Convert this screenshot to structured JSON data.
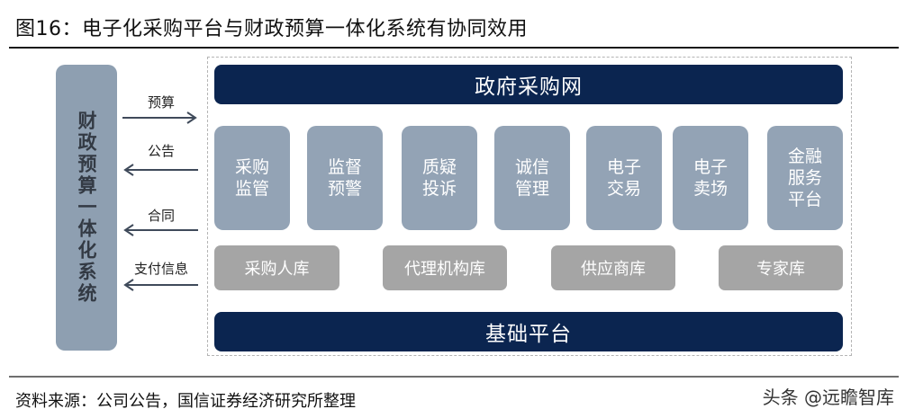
{
  "title": "图16：电子化采购平台与财政预算一体化系统有协同效用",
  "left_system": {
    "label": "财政预算一体化系统"
  },
  "flows": [
    {
      "label": "预算",
      "direction": "right"
    },
    {
      "label": "公告",
      "direction": "left"
    },
    {
      "label": "合同",
      "direction": "left"
    },
    {
      "label": "支付信息",
      "direction": "left"
    }
  ],
  "top_bar": {
    "label": "政府采购网"
  },
  "modules": [
    {
      "label": "采购\n监管"
    },
    {
      "label": "监督\n预警"
    },
    {
      "label": "质疑\n投诉"
    },
    {
      "label": "诚信\n管理"
    },
    {
      "label": "电子\n交易"
    },
    {
      "label": "电子\n卖场"
    },
    {
      "label": "金融\n服务\n平台"
    }
  ],
  "databases": [
    {
      "label": "采购人库"
    },
    {
      "label": "代理机构库"
    },
    {
      "label": "供应商库"
    },
    {
      "label": "专家库"
    }
  ],
  "bottom_bar": {
    "label": "基础平台"
  },
  "source": "资料来源：公司公告，国信证券经济研究所整理",
  "watermark": "头条 @远瞻智库",
  "colors": {
    "navy_bar": "#0b2550",
    "module_tile": "#93a3b5",
    "database_tile": "#a5a5a5",
    "left_system": "#8e9fb1",
    "arrow": "#3f4a5a"
  }
}
